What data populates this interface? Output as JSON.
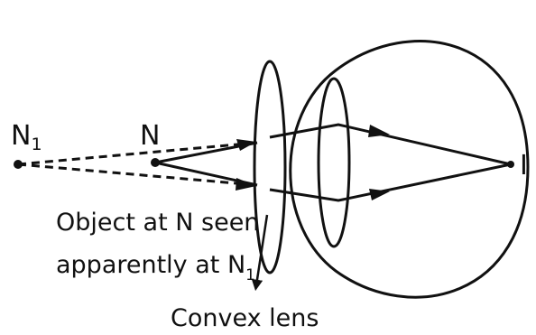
{
  "labels": {
    "n1_main": "N",
    "n1_sub": "1",
    "n": "N",
    "image_point": "I",
    "object_line1": "Object at N seen",
    "object_line2_main": "apparently at N",
    "object_line2_sub": "1",
    "lens": "Convex lens"
  },
  "colors": {
    "ink": "#111111",
    "background": "#ffffff"
  }
}
